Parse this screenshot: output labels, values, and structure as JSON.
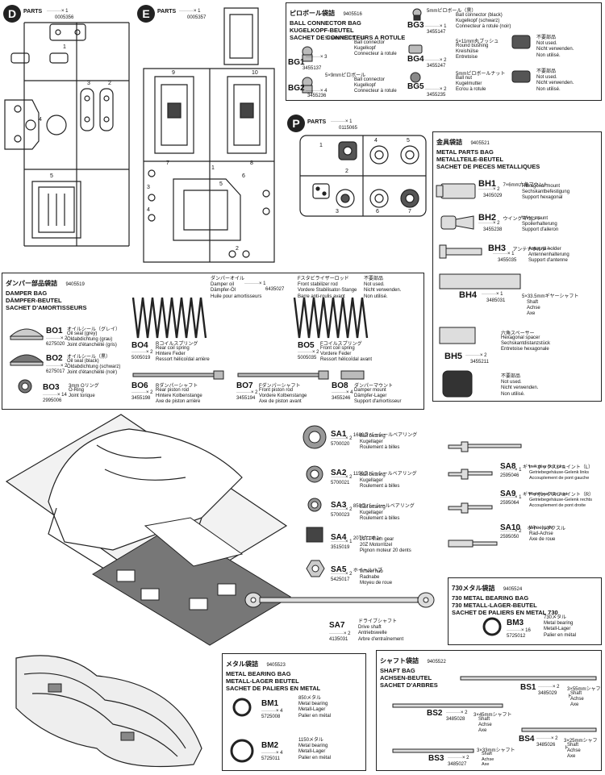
{
  "parts_d": {
    "letter": "D",
    "label": "PARTS",
    "qty": "·········× 1",
    "part_no": "0005356",
    "nums": [
      "1",
      "2",
      "3",
      "4",
      "5"
    ]
  },
  "parts_e": {
    "letter": "E",
    "label": "PARTS",
    "qty": "·········× 1",
    "part_no": "0005357",
    "nums": [
      "9",
      "10",
      "7",
      "8",
      "1",
      "3",
      "4",
      "5",
      "6",
      "2"
    ]
  },
  "parts_p": {
    "letter": "P",
    "label": "PARTS",
    "qty": "·········× 1",
    "part_no": "0115065",
    "nums": [
      "1",
      "2",
      "4",
      "5",
      "3",
      "6",
      "7"
    ]
  },
  "ball_bag": {
    "jp": "ピロボール袋詰",
    "num": "9405516",
    "titles": [
      "BALL CONNECTOR BAG",
      "KUGELKOPF-BEUTEL",
      "SACHET DE CONNECTEURS A ROTULE"
    ],
    "items": [
      {
        "code": "BG1",
        "jp": "5×5mmピロボール",
        "qty": "·········× 3",
        "pno": "3455137",
        "desc": [
          "Ball connector",
          "Kugelkopf",
          "Connecteur à rotule"
        ]
      },
      {
        "code": "BG2",
        "jp": "5×9mmピロボール",
        "qty": "·········× 4",
        "pno": "3455236",
        "desc": [
          "Ball connector",
          "Kugelkopf",
          "Connecteur à rotule"
        ]
      },
      {
        "code": "BG3",
        "jp": "5mmピロボール（黒）",
        "qty": "·········× 1",
        "pno": "3455147",
        "desc": [
          "Ball connector (black)",
          "Kugelkopf (schwarz)",
          "Connecteur à rotule (noir)"
        ]
      },
      {
        "code": "BG4",
        "jp": "5×11mm丸ブッシュ",
        "qty": "·········× 2",
        "pno": "3455247",
        "desc": [
          "Round bushing",
          "Kreishülse",
          "Entretoise"
        ]
      },
      {
        "code": "BG5",
        "jp": "5mmピロボールナット",
        "qty": "·········× 2",
        "pno": "3455235",
        "desc": [
          "Ball nut",
          "Kugelmutter",
          "Ecrou à rotule"
        ]
      },
      {
        "code": "",
        "jp": "不要部品",
        "qty": "",
        "pno": "",
        "desc": [
          "Not used.",
          "Nicht verwenden.",
          "Non utilisé."
        ]
      },
      {
        "code": "",
        "jp": "不要部品",
        "qty": "",
        "pno": "",
        "desc": [
          "Not used.",
          "Nicht verwenden.",
          "Non utilisé."
        ]
      }
    ]
  },
  "metal_bag": {
    "jp": "金具袋詰",
    "num": "9405521",
    "titles": [
      "METAL PARTS BAG",
      "METALLTEILE-BEUTEL",
      "SACHET DE PIECES METALLIQUES"
    ],
    "items": [
      {
        "code": "BH1",
        "jp": "7×6mm六角マウント",
        "qty": "·········× 2",
        "pno": "3405029",
        "desc": [
          "Hexagonal mount",
          "Sechskantbefestigung",
          "Support hexagonal"
        ]
      },
      {
        "code": "BH2",
        "jp": "ウイングマウント",
        "qty": "·········× 2",
        "pno": "3455238",
        "desc": [
          "Wing mount",
          "Spoilerhalterung",
          "Support d'aileron"
        ]
      },
      {
        "code": "BH3",
        "jp": "アンテナホルダー",
        "qty": "·········× 1",
        "pno": "3455035",
        "desc": [
          "Antenna holder",
          "Antennenhalterung",
          "Support d'antenne"
        ]
      },
      {
        "code": "BH4",
        "jp": "5×33.5mmギヤーシャフト",
        "qty": "·········× 1",
        "pno": "3485031",
        "desc": [
          "Shaft",
          "Achse",
          "Axe"
        ]
      },
      {
        "code": "BH5",
        "jp": "六角スペーサー",
        "qty": "·········× 2",
        "pno": "3455211",
        "desc": [
          "Hexagonal spacer",
          "Sechskantdistanzstück",
          "Entretoise hexagonale"
        ]
      },
      {
        "code": "",
        "jp": "不要部品",
        "qty": "",
        "pno": "",
        "desc": [
          "Not used.",
          "Nicht verwenden.",
          "Non utilisé."
        ]
      }
    ]
  },
  "damper_bag": {
    "jp": "ダンパー部品袋詰",
    "num": "9405519",
    "titles": [
      "DAMPER BAG",
      "DÄMPFER-BEUTEL",
      "SACHET D'AMORTISSEURS"
    ],
    "oil": {
      "jp": "ダンパーオイル",
      "qty": "·········× 1",
      "pno": "6435027",
      "desc": [
        "Damper oil",
        "Dämpfer-Öl",
        "Huile pour amortisseurs"
      ]
    },
    "stab": {
      "jp": "Fスタビライザーロッド",
      "desc": [
        "Front stabilizer rod",
        "Vordere Stabilisator-Stange",
        "Barre anti-roulis avant"
      ]
    },
    "unused": {
      "jp": "不要部品",
      "desc": [
        "Not used.",
        "Nicht verwenden.",
        "Non utilisé."
      ]
    },
    "items": [
      {
        "code": "BO1",
        "jp": "オイルシール（グレイ）",
        "qty": "·········× 2",
        "pno": "6275020",
        "desc": [
          "Oil seal (grey)",
          "Öldabdichtung (grau)",
          "Joint d'étanchéité (gris)"
        ]
      },
      {
        "code": "BO2",
        "jp": "オイルシール（黒）",
        "qty": "·········× 2",
        "pno": "6275017",
        "desc": [
          "Oil seal (black)",
          "Öldabdichtung (schwarz)",
          "Joint d'étanchéité (noir)"
        ]
      },
      {
        "code": "BO3",
        "jp": "3mm Oリング",
        "qty": "·········× 14",
        "pno": "2995006",
        "desc": [
          "O-Ring",
          "Joint torique"
        ]
      },
      {
        "code": "BO4",
        "jp": "Rコイルスプリング",
        "qty": "·········× 2",
        "pno": "5005019",
        "desc": [
          "Rear coil spring",
          "Hintere Feder",
          "Ressort hélicoïdal arrière"
        ]
      },
      {
        "code": "BO5",
        "jp": "Fコイルスプリング",
        "qty": "·········× 2",
        "pno": "5005035",
        "desc": [
          "Front coil spring",
          "Vordere Feder",
          "Ressort hélicoïdal avant"
        ]
      },
      {
        "code": "BO6",
        "jp": "Rダンパーシャフト",
        "qty": "·········× 2",
        "pno": "3455198",
        "desc": [
          "Rear piston rod",
          "Hintere Kolbenstange",
          "Axe de piston arrière"
        ]
      },
      {
        "code": "BO7",
        "jp": "Fダンパーシャフト",
        "qty": "·········× 2",
        "pno": "3455194",
        "desc": [
          "Front piston rod",
          "Vordere Kolbenstange",
          "Axe de piston avant"
        ]
      },
      {
        "code": "BO8",
        "jp": "ダンパーマウント",
        "qty": "·········× 4",
        "pno": "3455246",
        "desc": [
          "Damper mount",
          "Dämpfer-Lager",
          "Support d'amortisseur"
        ]
      }
    ]
  },
  "loose_parts": [
    {
      "code": "SA1",
      "jp": "1680ラバーシールベアリング",
      "qty": "·········× 2",
      "pno": "5700020",
      "desc": [
        "Ball bearing",
        "Kugellager",
        "Roulement à billes"
      ]
    },
    {
      "code": "SA2",
      "jp": "1150ラバーシールベアリング",
      "qty": "·········× 2",
      "pno": "5700021",
      "desc": [
        "Ball bearing",
        "Kugellager",
        "Roulement à billes"
      ]
    },
    {
      "code": "SA3",
      "jp": "850ラバーシールベアリング",
      "qty": "·········× 2",
      "pno": "5700023",
      "desc": [
        "Ball bearing",
        "Kugellager",
        "Roulement à billes"
      ]
    },
    {
      "code": "SA4",
      "jp": "20Tピニオン",
      "qty": "·········× 1",
      "pno": "3515019",
      "desc": [
        "20T Pinion gear",
        "20Z Motorritzel",
        "Pignon moteur 20 dents"
      ]
    },
    {
      "code": "SA5",
      "jp": "ホイールハブ",
      "qty": "·········× 2",
      "pno": "5425017",
      "desc": [
        "Wheel hub",
        "Radnabe",
        "Moyeu de roue"
      ]
    },
    {
      "code": "SA7",
      "jp": "ドライブシャフト",
      "qty": "·········× 2",
      "pno": "4135031",
      "desc": [
        "Drive shaft",
        "Antriebswelle",
        "Arbre d'entraînement"
      ]
    },
    {
      "code": "SA8",
      "jp": "ギヤーボックスジョイント（L）",
      "qty": "·········× 1",
      "pno": "2595046",
      "desc": [
        "Left gear box joint",
        "Getriebegehäuse-Gelenk links",
        "Accouplement de pont gauche"
      ]
    },
    {
      "code": "SA9",
      "jp": "ギヤーボックスジョイント（R）",
      "qty": "·········× 1",
      "pno": "2595064",
      "desc": [
        "Right gear box joint",
        "Getriebegehäuse-Gelenk rechts",
        "Accouplement de pont droite"
      ]
    },
    {
      "code": "SA10",
      "jp": "ホイールアクスル",
      "qty": "·········× 2",
      "pno": "2595050",
      "desc": [
        "Wheel axle",
        "Rad-Achse",
        "Axe de roue"
      ]
    }
  ],
  "bag730": {
    "jp": "730メタル袋詰",
    "num": "9405524",
    "titles": [
      "730 METAL BEARING BAG",
      "730 METALL-LAGER-BEUTEL",
      "SACHET DE PALIERS EN METAL 730"
    ],
    "item": {
      "code": "BM3",
      "jp": "730メタル",
      "qty": "·········× 16",
      "pno": "5725012",
      "desc": [
        "Metal bearing",
        "Metall-Lager",
        "Palier en métal"
      ]
    }
  },
  "metal_bearing_bag": {
    "jp": "メタル袋詰",
    "num": "9405523",
    "titles": [
      "METAL BEARING BAG",
      "METALL-LAGER BEUTEL",
      "SACHET DE PALIERS EN METAL"
    ],
    "items": [
      {
        "code": "BM1",
        "jp": "850メタル",
        "qty": "·········× 4",
        "pno": "5725008",
        "desc": [
          "Metal bearing",
          "Metall-Lager",
          "Palier en métal"
        ]
      },
      {
        "code": "BM2",
        "jp": "1150メタル",
        "qty": "·········× 4",
        "pno": "5725011",
        "desc": [
          "Metal bearing",
          "Metall-Lager",
          "Palier en métal"
        ]
      }
    ]
  },
  "shaft_bag": {
    "jp": "シャフト袋詰",
    "num": "9405522",
    "titles": [
      "SHAFT BAG",
      "ACHSEN-BEUTEL",
      "SACHET D'ARBRES"
    ],
    "items": [
      {
        "code": "BS1",
        "jp": "3×55mmシャフト",
        "qty": "·········× 2",
        "pno": "3485029",
        "desc": [
          "Shaft",
          "Achse",
          "Axe"
        ]
      },
      {
        "code": "BS2",
        "jp": "3×45mmシャフト",
        "qty": "·········× 2",
        "pno": "3485028",
        "desc": [
          "Shaft",
          "Achse",
          "Axe"
        ]
      },
      {
        "code": "BS3",
        "jp": "3×33mmシャフト",
        "qty": "·········× 2",
        "pno": "3485027",
        "desc": [
          "Shaft",
          "Achse",
          "Axe"
        ]
      },
      {
        "code": "BS4",
        "jp": "3×25mmシャフト",
        "qty": "·········× 2",
        "pno": "3485026",
        "desc": [
          "Shaft",
          "Achse",
          "Axe"
        ]
      }
    ]
  }
}
